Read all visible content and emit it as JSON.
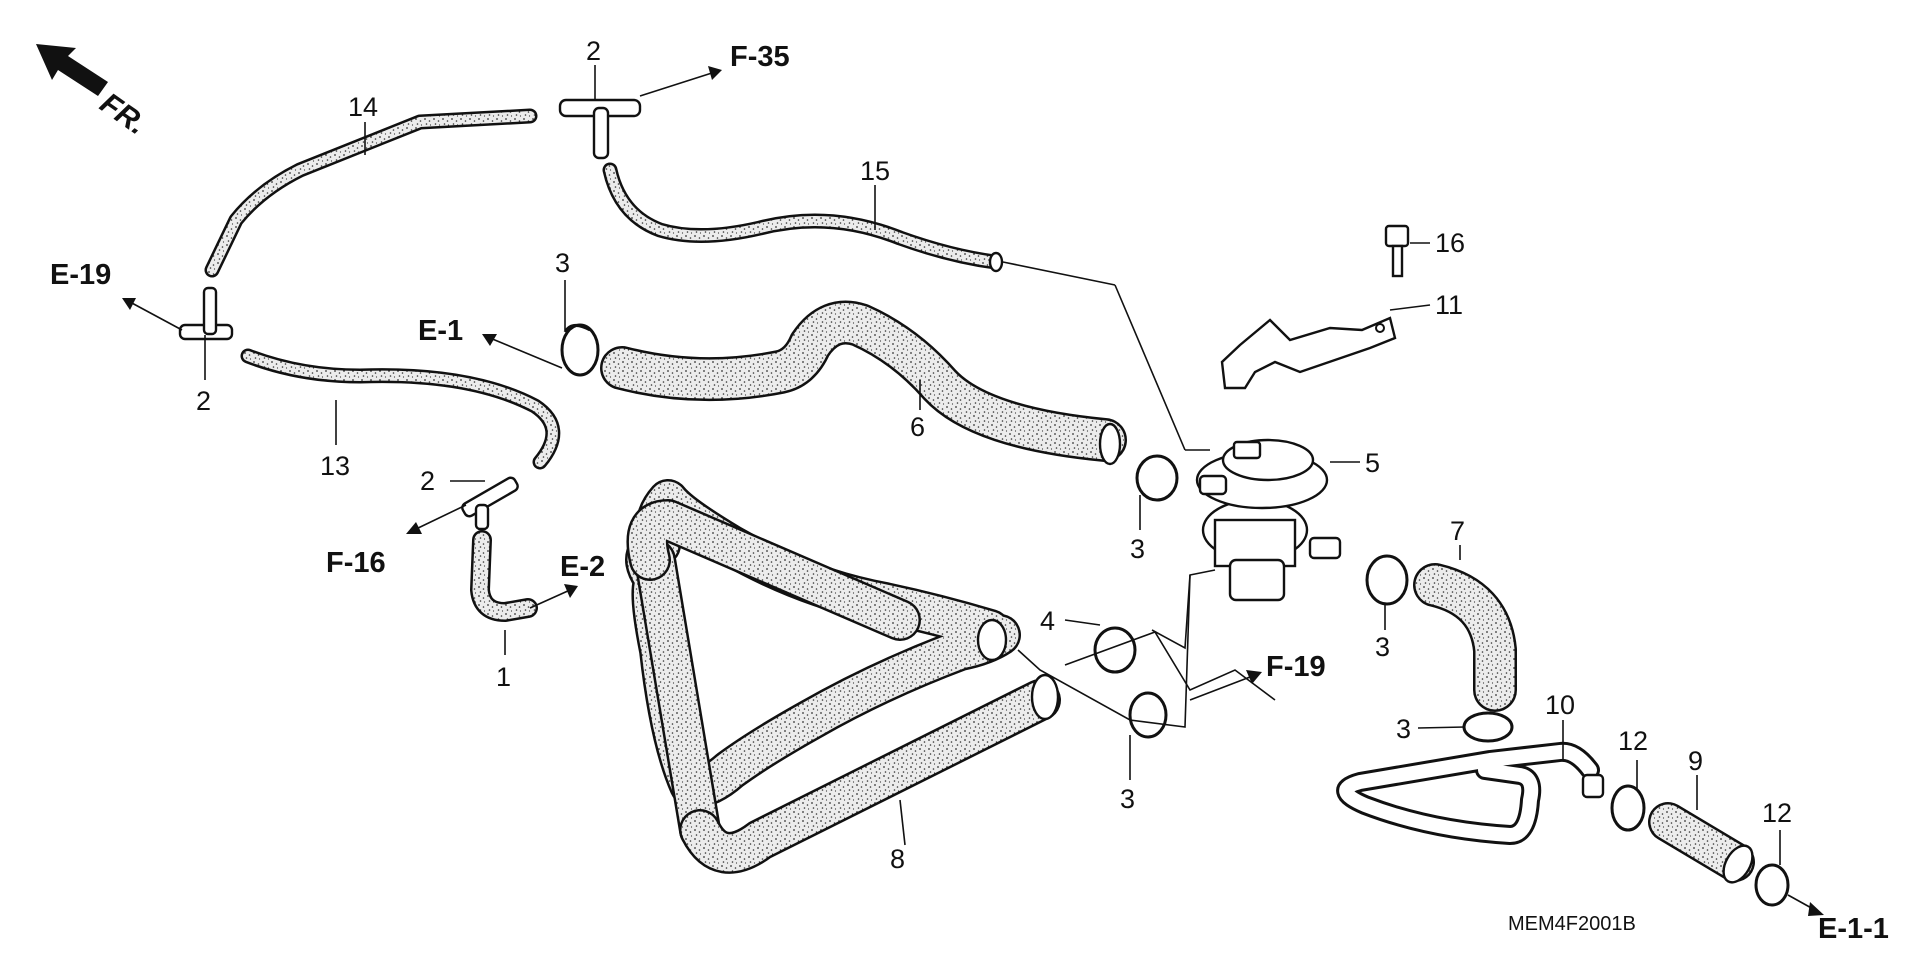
{
  "direction": {
    "label": "FR."
  },
  "part_numbers": {
    "p1": "1",
    "p2a": "2",
    "p2b": "2",
    "p2c": "2",
    "p3a": "3",
    "p3b": "3",
    "p3c": "3",
    "p3d": "3",
    "p3e": "3",
    "p4": "4",
    "p5": "5",
    "p6": "6",
    "p7": "7",
    "p8": "8",
    "p9": "9",
    "p10": "10",
    "p11": "11",
    "p12a": "12",
    "p12b": "12",
    "p13": "13",
    "p14": "14",
    "p15": "15",
    "p16": "16"
  },
  "references": {
    "f35": "F-35",
    "e19": "E-19",
    "e1": "E-1",
    "f16": "F-16",
    "e2": "E-2",
    "f19": "F-19",
    "e11": "E-1-1"
  },
  "diagram_code": "MEM4F2001B",
  "colors": {
    "line": "#111111",
    "hose_fill": "#e4e4e4",
    "background": "#ffffff"
  }
}
